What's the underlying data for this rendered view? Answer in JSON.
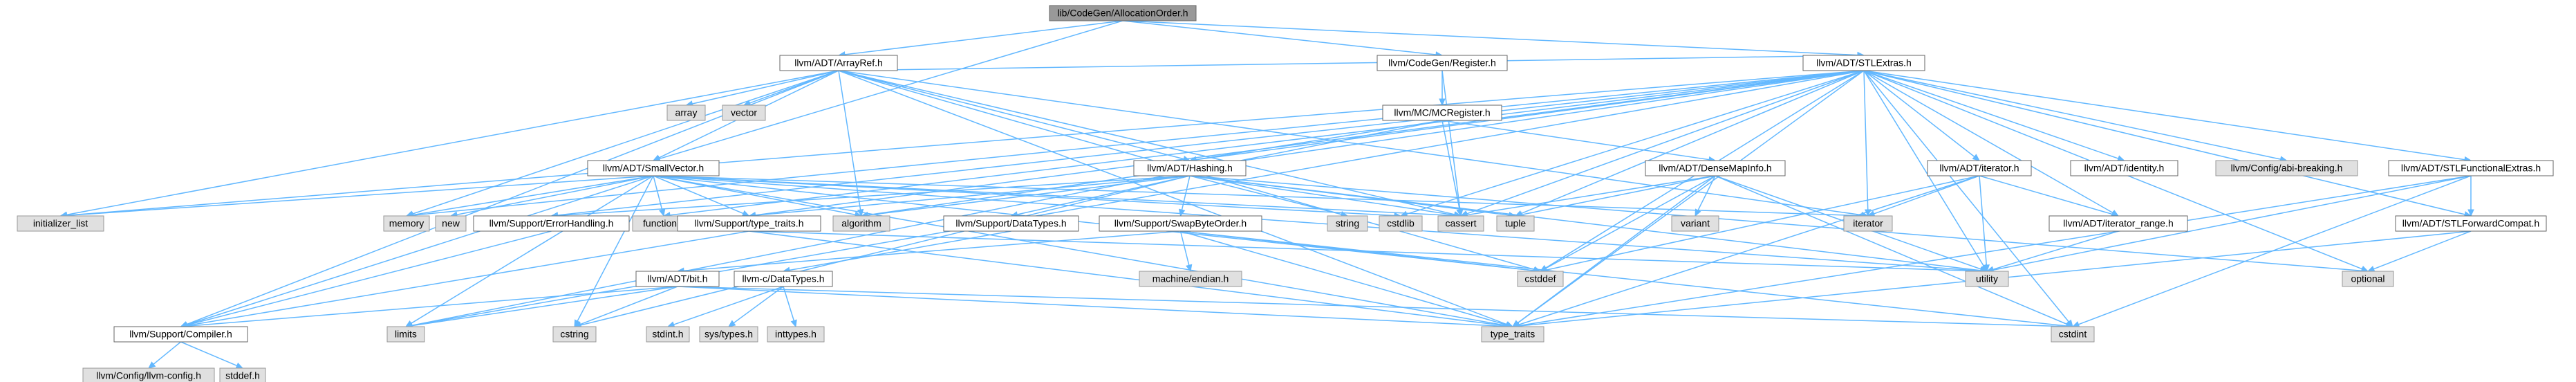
{
  "colors": {
    "root_fill": "#999999",
    "root_stroke": "#666666",
    "file_fill": "#ffffff",
    "file_stroke": "#666666",
    "system_fill": "#e0e0e0",
    "system_stroke": "#999999",
    "edge": "#63b8ff"
  },
  "nodes": [
    {
      "id": "root",
      "label": "lib/CodeGen/AllocationOrder.h",
      "kind": "root"
    },
    {
      "id": "arrayref",
      "label": "llvm/ADT/ArrayRef.h",
      "kind": "file"
    },
    {
      "id": "register",
      "label": "llvm/CodeGen/Register.h",
      "kind": "file"
    },
    {
      "id": "stlextras",
      "label": "llvm/ADT/STLExtras.h",
      "kind": "file"
    },
    {
      "id": "array",
      "label": "array",
      "kind": "system"
    },
    {
      "id": "vector",
      "label": "vector",
      "kind": "system"
    },
    {
      "id": "mcregister",
      "label": "llvm/MC/MCRegister.h",
      "kind": "file"
    },
    {
      "id": "smallvector",
      "label": "llvm/ADT/SmallVector.h",
      "kind": "file"
    },
    {
      "id": "hashing",
      "label": "llvm/ADT/Hashing.h",
      "kind": "file"
    },
    {
      "id": "densemapinfo",
      "label": "llvm/ADT/DenseMapInfo.h",
      "kind": "file"
    },
    {
      "id": "adtiterator",
      "label": "llvm/ADT/iterator.h",
      "kind": "file"
    },
    {
      "id": "adtidentity",
      "label": "llvm/ADT/identity.h",
      "kind": "file"
    },
    {
      "id": "abibreaking",
      "label": "llvm/Config/abi-breaking.h",
      "kind": "system"
    },
    {
      "id": "stlfunctionalextras",
      "label": "llvm/ADT/STLFunctionalExtras.h",
      "kind": "file"
    },
    {
      "id": "initializer_list",
      "label": "initializer_list",
      "kind": "system"
    },
    {
      "id": "memory",
      "label": "memory",
      "kind": "system"
    },
    {
      "id": "new",
      "label": "new",
      "kind": "system"
    },
    {
      "id": "errorhandling",
      "label": "llvm/Support/ErrorHandling.h",
      "kind": "file"
    },
    {
      "id": "functional",
      "label": "functional",
      "kind": "system"
    },
    {
      "id": "typetraitsh",
      "label": "llvm/Support/type_traits.h",
      "kind": "file"
    },
    {
      "id": "algorithm",
      "label": "algorithm",
      "kind": "system"
    },
    {
      "id": "datatypes",
      "label": "llvm/Support/DataTypes.h",
      "kind": "file"
    },
    {
      "id": "swapbyteorder",
      "label": "llvm/Support/SwapByteOrder.h",
      "kind": "file"
    },
    {
      "id": "string",
      "label": "string",
      "kind": "system"
    },
    {
      "id": "cstdlib",
      "label": "cstdlib",
      "kind": "system"
    },
    {
      "id": "cassert",
      "label": "cassert",
      "kind": "system"
    },
    {
      "id": "tuple",
      "label": "tuple",
      "kind": "system"
    },
    {
      "id": "variant",
      "label": "variant",
      "kind": "system"
    },
    {
      "id": "iterator",
      "label": "iterator",
      "kind": "system"
    },
    {
      "id": "iteratorrange",
      "label": "llvm/ADT/iterator_range.h",
      "kind": "file"
    },
    {
      "id": "stlforwardcompat",
      "label": "llvm/ADT/STLForwardCompat.h",
      "kind": "file"
    },
    {
      "id": "machineendian",
      "label": "machine/endian.h",
      "kind": "system"
    },
    {
      "id": "adtbit",
      "label": "llvm/ADT/bit.h",
      "kind": "file"
    },
    {
      "id": "llvmcdatatypes",
      "label": "llvm-c/DataTypes.h",
      "kind": "file"
    },
    {
      "id": "cstddef",
      "label": "cstddef",
      "kind": "system"
    },
    {
      "id": "utility",
      "label": "utility",
      "kind": "system"
    },
    {
      "id": "optional",
      "label": "optional",
      "kind": "system"
    },
    {
      "id": "compiler",
      "label": "llvm/Support/Compiler.h",
      "kind": "file"
    },
    {
      "id": "limits",
      "label": "limits",
      "kind": "system"
    },
    {
      "id": "cstring",
      "label": "cstring",
      "kind": "system"
    },
    {
      "id": "stdinth",
      "label": "stdint.h",
      "kind": "system"
    },
    {
      "id": "systypes",
      "label": "sys/types.h",
      "kind": "system"
    },
    {
      "id": "inttypes",
      "label": "inttypes.h",
      "kind": "system"
    },
    {
      "id": "type_traits",
      "label": "type_traits",
      "kind": "system"
    },
    {
      "id": "cstdint",
      "label": "cstdint",
      "kind": "system"
    },
    {
      "id": "llvmconfig",
      "label": "llvm/Config/llvm-config.h",
      "kind": "system"
    },
    {
      "id": "stddefh",
      "label": "stddef.h",
      "kind": "system"
    }
  ],
  "edges": [
    [
      "root",
      "arrayref"
    ],
    [
      "root",
      "register"
    ],
    [
      "root",
      "stlextras"
    ],
    [
      "root",
      "smallvector"
    ],
    [
      "arrayref",
      "array"
    ],
    [
      "arrayref",
      "vector"
    ],
    [
      "arrayref",
      "smallvector"
    ],
    [
      "arrayref",
      "hashing"
    ],
    [
      "arrayref",
      "stlextras"
    ],
    [
      "arrayref",
      "compiler"
    ],
    [
      "arrayref",
      "algorithm"
    ],
    [
      "arrayref",
      "cassert"
    ],
    [
      "arrayref",
      "cstddef"
    ],
    [
      "arrayref",
      "initializer_list"
    ],
    [
      "arrayref",
      "iterator"
    ],
    [
      "arrayref",
      "memory"
    ],
    [
      "arrayref",
      "type_traits"
    ],
    [
      "register",
      "mcregister"
    ],
    [
      "register",
      "cassert"
    ],
    [
      "mcregister",
      "hashing"
    ],
    [
      "mcregister",
      "densemapinfo"
    ],
    [
      "mcregister",
      "cassert"
    ],
    [
      "mcregister",
      "limits"
    ],
    [
      "smallvector",
      "compiler"
    ],
    [
      "smallvector",
      "typetraitsh"
    ],
    [
      "smallvector",
      "algorithm"
    ],
    [
      "smallvector",
      "cassert"
    ],
    [
      "smallvector",
      "cstddef"
    ],
    [
      "smallvector",
      "cstdlib"
    ],
    [
      "smallvector",
      "cstring"
    ],
    [
      "smallvector",
      "functional"
    ],
    [
      "smallvector",
      "initializer_list"
    ],
    [
      "smallvector",
      "iterator"
    ],
    [
      "smallvector",
      "limits"
    ],
    [
      "smallvector",
      "memory"
    ],
    [
      "smallvector",
      "new"
    ],
    [
      "smallvector",
      "type_traits"
    ],
    [
      "smallvector",
      "utility"
    ],
    [
      "hashing",
      "errorhandling"
    ],
    [
      "hashing",
      "datatypes"
    ],
    [
      "hashing",
      "swapbyteorder"
    ],
    [
      "hashing",
      "typetraitsh"
    ],
    [
      "hashing",
      "algorithm"
    ],
    [
      "hashing",
      "cassert"
    ],
    [
      "hashing",
      "cstring"
    ],
    [
      "hashing",
      "optional"
    ],
    [
      "hashing",
      "string"
    ],
    [
      "hashing",
      "tuple"
    ],
    [
      "hashing",
      "utility"
    ],
    [
      "densemapinfo",
      "cassert"
    ],
    [
      "densemapinfo",
      "cstddef"
    ],
    [
      "densemapinfo",
      "cstdint"
    ],
    [
      "densemapinfo",
      "tuple"
    ],
    [
      "densemapinfo",
      "type_traits"
    ],
    [
      "densemapinfo",
      "utility"
    ],
    [
      "densemapinfo",
      "variant"
    ],
    [
      "stlextras",
      "adtiterator"
    ],
    [
      "stlextras",
      "adtidentity"
    ],
    [
      "stlextras",
      "abibreaking"
    ],
    [
      "stlextras",
      "stlfunctionalextras"
    ],
    [
      "stlextras",
      "hashing"
    ],
    [
      "stlextras",
      "errorhandling"
    ],
    [
      "stlextras",
      "iteratorrange"
    ],
    [
      "stlextras",
      "stlforwardcompat"
    ],
    [
      "stlextras",
      "algorithm"
    ],
    [
      "stlextras",
      "cassert"
    ],
    [
      "stlextras",
      "cstddef"
    ],
    [
      "stlextras",
      "cstdint"
    ],
    [
      "stlextras",
      "cstdlib"
    ],
    [
      "stlextras",
      "functional"
    ],
    [
      "stlextras",
      "initializer_list"
    ],
    [
      "stlextras",
      "iterator"
    ],
    [
      "stlextras",
      "limits"
    ],
    [
      "stlextras",
      "memory"
    ],
    [
      "stlextras",
      "optional"
    ],
    [
      "stlextras",
      "tuple"
    ],
    [
      "stlextras",
      "type_traits"
    ],
    [
      "stlextras",
      "utility"
    ],
    [
      "stlextras",
      "typetraitsh"
    ],
    [
      "adtiterator",
      "iteratorrange"
    ],
    [
      "adtiterator",
      "cstddef"
    ],
    [
      "adtiterator",
      "iterator"
    ],
    [
      "adtiterator",
      "type_traits"
    ],
    [
      "adtiterator",
      "utility"
    ],
    [
      "iteratorrange",
      "utility"
    ],
    [
      "stlfunctionalextras",
      "stlforwardcompat"
    ],
    [
      "stlfunctionalextras",
      "cstdint"
    ],
    [
      "stlfunctionalextras",
      "type_traits"
    ],
    [
      "stlfunctionalextras",
      "utility"
    ],
    [
      "stlforwardcompat",
      "optional"
    ],
    [
      "stlforwardcompat",
      "type_traits"
    ],
    [
      "errorhandling",
      "compiler"
    ],
    [
      "typetraitsh",
      "compiler"
    ],
    [
      "typetraitsh",
      "type_traits"
    ],
    [
      "typetraitsh",
      "utility"
    ],
    [
      "datatypes",
      "llvmcdatatypes"
    ],
    [
      "llvmcdatatypes",
      "stdinth"
    ],
    [
      "llvmcdatatypes",
      "systypes"
    ],
    [
      "llvmcdatatypes",
      "inttypes"
    ],
    [
      "swapbyteorder",
      "adtbit"
    ],
    [
      "swapbyteorder",
      "cstddef"
    ],
    [
      "swapbyteorder",
      "cstdint"
    ],
    [
      "swapbyteorder",
      "type_traits"
    ],
    [
      "swapbyteorder",
      "machineendian"
    ],
    [
      "adtbit",
      "compiler"
    ],
    [
      "adtbit",
      "cstdint"
    ],
    [
      "adtbit",
      "limits"
    ],
    [
      "adtbit",
      "type_traits"
    ],
    [
      "adtbit",
      "cstring"
    ],
    [
      "compiler",
      "llvmconfig"
    ],
    [
      "compiler",
      "stddefh"
    ]
  ]
}
